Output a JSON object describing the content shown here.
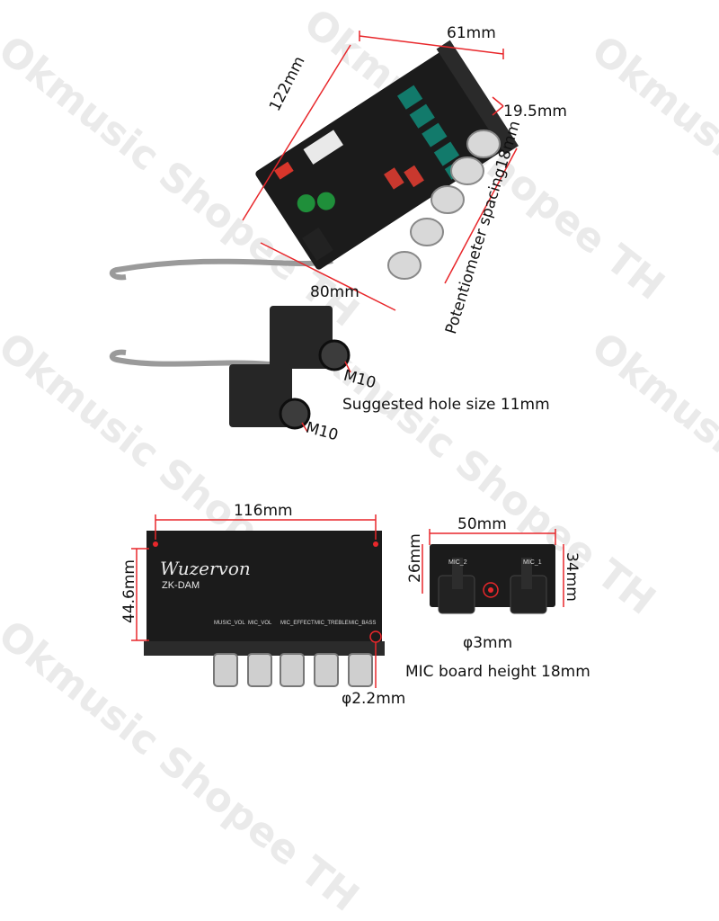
{
  "accent_color": "#e8272b",
  "board_color": "#1b1b1b",
  "watermark": [
    "Okmusic Shopee TH",
    "Okmusic Shopee TH",
    "Okmusic Shopee TH",
    "Okmusic Shopee TH",
    "Okmusic Shopee TH",
    "Okmusic Shopee TH",
    "Okmusic Shopee TH"
  ],
  "top_board": {
    "width_label": "61mm",
    "height_label": "19.5mm",
    "length_label": "122mm",
    "bottom_label": "80mm",
    "spacing_label": "Potentiometer spacing18mm"
  },
  "jacks": {
    "thread_label_1": "M10",
    "thread_label_2": "M10",
    "hole_note": "Suggested hole size 11mm"
  },
  "front_panel": {
    "width_label": "116mm",
    "height_label": "44.6mm",
    "brand": "Wuzervon",
    "model": "ZK-DAM",
    "knob_labels": [
      "MUSIC_VOL",
      "MIC_VOL",
      "MIC_EFFECT",
      "MIC_TREBLE",
      "MIC_BASS"
    ],
    "hole_label": "φ2.2mm"
  },
  "mic_board": {
    "width_label": "50mm",
    "height_left_label": "26mm",
    "height_right_label": "34mm",
    "mic_labels": [
      "MIC_2",
      "MIC_1"
    ],
    "hole_label": "φ3mm",
    "height_note": "MIC board height 18mm"
  }
}
